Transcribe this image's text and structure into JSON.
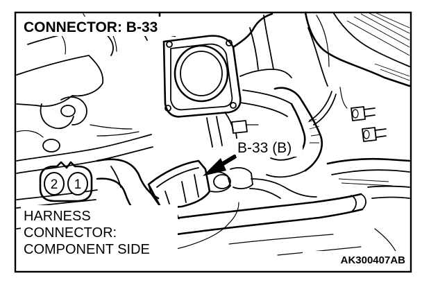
{
  "title": "CONNECTOR: B-33",
  "callout_label": "B-33 (B)",
  "harness_label": {
    "line1": "HARNESS",
    "line2": "CONNECTOR:",
    "line3": "COMPONENT SIDE"
  },
  "connector_pins": [
    "2",
    "1"
  ],
  "code": "AK300407AB",
  "colors": {
    "line": "#000000",
    "background": "#ffffff"
  }
}
